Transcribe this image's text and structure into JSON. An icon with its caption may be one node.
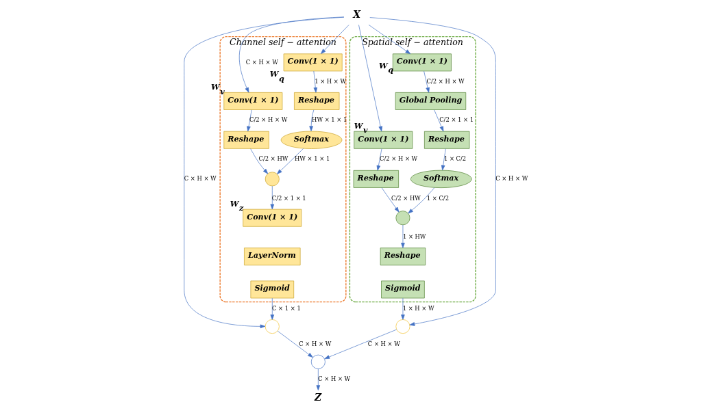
{
  "diagram": {
    "nodes": [
      {
        "text": [
          "Channel self − attention"
        ]
      },
      {
        "text": [
          "Conv(1 × 1)"
        ],
        "in": 0,
        "beside": [
          "W$_{v}$"
        ]
      },
      {
        "text": [
          "Conv(1 × 1)"
        ],
        "in": 0,
        "beside": [
          "W$_{q}$"
        ]
      },
      {
        "text": [
          "Reshape"
        ],
        "in": 0
      },
      {
        "text": [
          "Reshape"
        ],
        "in": 0
      },
      {
        "text": [],
        "shape": "circle",
        "in": 0
      },
      {
        "text": [
          "Softmax"
        ],
        "in": 0
      },
      {
        "text": [
          "Conv(1 × 1)"
        ],
        "in": 0,
        "beside": [
          "W$_{z}$"
        ]
      },
      {
        "text": [
          "LayerNorm"
        ],
        "in": 0
      },
      {
        "text": [
          "Sigmoid"
        ],
        "in": 0
      },
      {
        "text": [
          "Spatial self − attention"
        ]
      },
      {
        "text": [
          "Conv(1 × 1)"
        ],
        "in": 10,
        "beside": [
          "W$_{q}$"
        ]
      },
      {
        "text": [
          "Conv(1 × 1)"
        ],
        "in": 10,
        "beside": [
          "W$_{v}$"
        ]
      },
      {
        "text": [
          "Global Pooling"
        ],
        "in": 10
      },
      {
        "text": [
          "Reshape"
        ],
        "in": 10
      },
      {
        "text": [
          "Reshape"
        ],
        "in": 10
      },
      {
        "text": [
          "Softmax"
        ],
        "in": 10
      },
      {
        "text": [],
        "shape": "circle",
        "in": 10
      },
      {
        "text": [
          "Reshape"
        ],
        "in": 10
      },
      {
        "text": [
          "Sigmoid"
        ],
        "in": 10
      },
      {
        "text": [],
        "shape": "circle"
      },
      {
        "text": [],
        "shape": "circle"
      },
      {
        "text": [],
        "shape": "circle"
      },
      {
        "text": [
          "X"
        ]
      },
      {
        "text": [
          "Z"
        ]
      }
    ],
    "edges": [
      {
        "from": 23,
        "to": 1,
        "arrow": "to",
        "label": "C × H × W"
      },
      {
        "from": 23,
        "to": 2,
        "arrow": "to"
      },
      {
        "from": 23,
        "to": 20,
        "arrow": "to",
        "label": "C × H × W"
      },
      {
        "from": 23,
        "to": 21,
        "arrow": "to",
        "label": "C × H × W"
      },
      {
        "from": 23,
        "to": 11,
        "arrow": "to"
      },
      {
        "from": 23,
        "to": 12,
        "arrow": "to"
      },
      {
        "from": 1,
        "to": 3,
        "arrow": "to",
        "label": "C/2 × H × W"
      },
      {
        "from": 2,
        "to": 4,
        "arrow": "to",
        "label": "1 × H × W"
      },
      {
        "from": 3,
        "to": 5,
        "arrow": "to",
        "label": "C/2 × HW"
      },
      {
        "from": 4,
        "to": 6,
        "arrow": "to",
        "label": "HW × 1 × 1"
      },
      {
        "from": 6,
        "to": 5,
        "arrow": "to",
        "label": "HW × 1 × 1"
      },
      {
        "from": 5,
        "to": 7,
        "arrow": "to",
        "label": "C/2 × 1 × 1"
      },
      {
        "from": 9,
        "to": 20,
        "arrow": "to",
        "label": "C × 1 × 1"
      },
      {
        "from": 20,
        "to": 22,
        "arrow": "to",
        "label": "C × H × W"
      },
      {
        "from": 11,
        "to": 13,
        "arrow": "to",
        "label": "C/2 × H × W"
      },
      {
        "from": 13,
        "to": 14,
        "arrow": "to",
        "label": "C/2 × 1 × 1"
      },
      {
        "from": 14,
        "to": 16,
        "arrow": "to",
        "label": "1 × C/2"
      },
      {
        "from": 16,
        "to": 17,
        "arrow": "to",
        "label": "1 × C/2"
      },
      {
        "from": 12,
        "to": 15,
        "arrow": "to",
        "label": "C/2 × H × W"
      },
      {
        "from": 15,
        "to": 17,
        "arrow": "to",
        "label": "C/2 × HW"
      },
      {
        "from": 17,
        "to": 18,
        "arrow": "to",
        "label": "1 × HW"
      },
      {
        "from": 19,
        "to": 21,
        "arrow": "to",
        "label": "1 × H × W"
      },
      {
        "from": 21,
        "to": 22,
        "arrow": "to",
        "label": "C × H × W"
      },
      {
        "from": 22,
        "to": 24,
        "arrow": "to",
        "label": "C × H × W"
      }
    ]
  }
}
